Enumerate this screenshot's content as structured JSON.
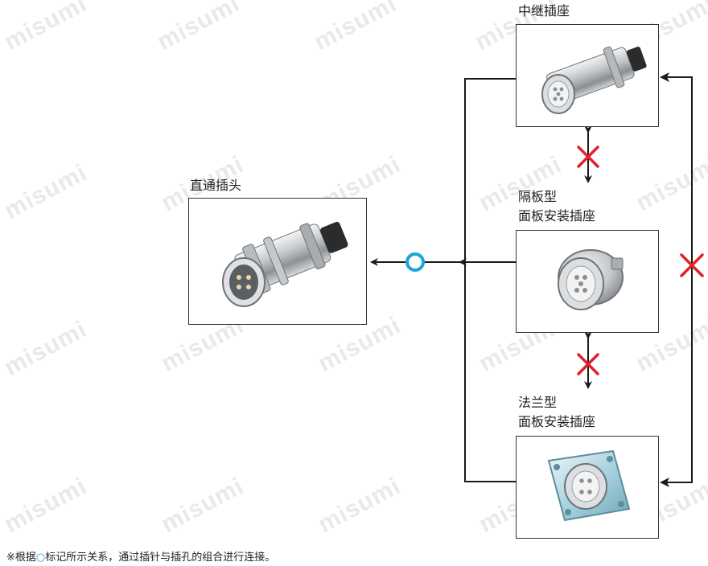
{
  "components": {
    "straight_plug": {
      "label": "直通插头"
    },
    "inline_socket": {
      "label": "中继插座"
    },
    "bulkhead_socket": {
      "label_line1": "隔板型",
      "label_line2": "面板安装插座"
    },
    "flange_socket": {
      "label_line1": "法兰型",
      "label_line2": "面板安装插座"
    }
  },
  "watermark": "misumi",
  "footnote": {
    "prefix": "※根据",
    "mark": "○",
    "suffix": "标记所示关系，通过插针与插孔的组合进行连接。"
  },
  "colors": {
    "compatible_mark": "#1ea5d8",
    "incompatible_mark": "#e0222a",
    "line": "#1a1a1a"
  }
}
